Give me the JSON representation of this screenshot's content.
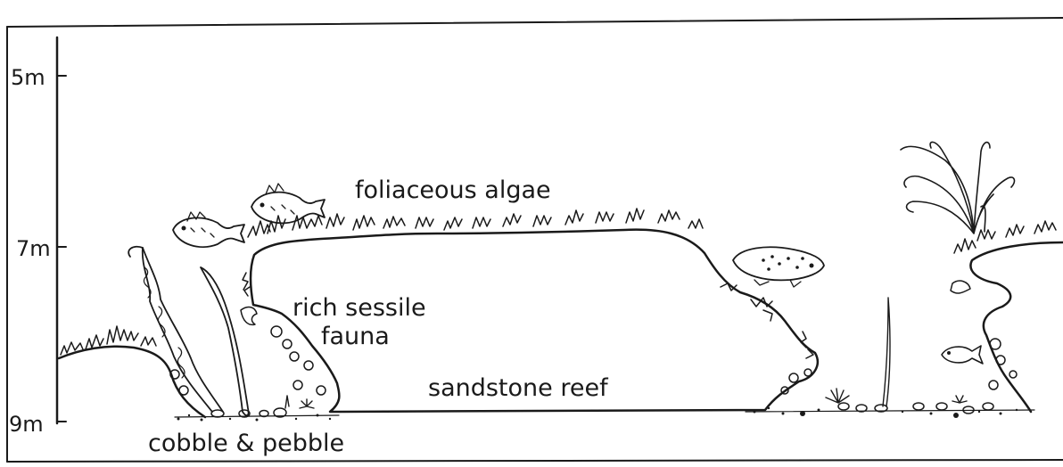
{
  "depth_axis": {
    "ticks": [
      "5m",
      "7m",
      "9m"
    ]
  },
  "labels": {
    "foliaceous_algae": "foliaceous algae",
    "rich_sessile": "rich sessile",
    "fauna": "fauna",
    "sandstone_reef": "sandstone reef",
    "cobble_pebble": "cobble & pebble"
  },
  "colors": {
    "ink": "#1a1a1a",
    "paper": "#ffffff"
  }
}
